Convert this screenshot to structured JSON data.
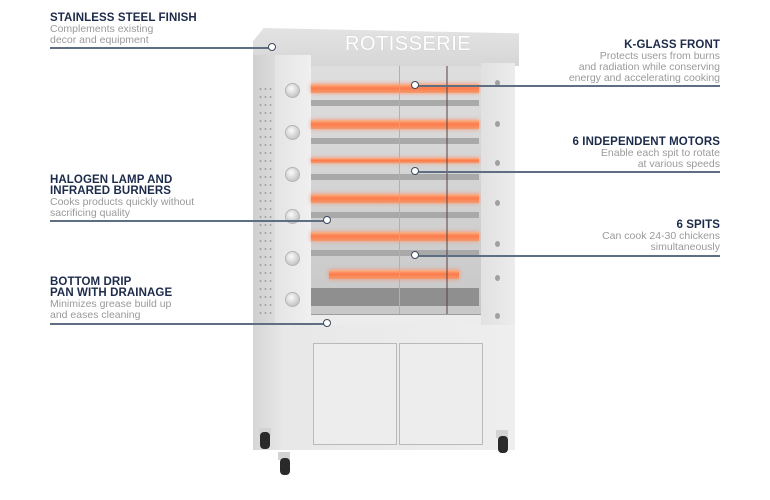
{
  "product": {
    "brand_logo_text": "ROTISSERIE",
    "colors": {
      "title": "#1d2b4a",
      "description": "#9a9a9a",
      "leader_line": "#5f6e82",
      "burner_glow": "#ff7a4a",
      "steel": "#e6e6e6"
    }
  },
  "callouts_left": [
    {
      "title": "STAINLESS STEEL FINISH",
      "desc": [
        "Complements existing",
        "decor and equipment"
      ]
    },
    {
      "title": [
        "HALOGEN LAMP AND",
        "INFRARED BURNERS"
      ],
      "desc": [
        "Cooks products quickly without",
        "sacrificing quality"
      ]
    },
    {
      "title": [
        "BOTTOM DRIP",
        "PAN WITH DRAINAGE"
      ],
      "desc": [
        "Minimizes grease build up",
        "and eases cleaning"
      ]
    }
  ],
  "callouts_right": [
    {
      "title": "K-GLASS FRONT",
      "desc": [
        "Protects users from burns",
        "and radiation while conserving",
        "energy and accelerating cooking"
      ]
    },
    {
      "title": "6 INDEPENDENT MOTORS",
      "desc": [
        "Enable each spit to rotate",
        "at various speeds"
      ]
    },
    {
      "title": "6 SPITS",
      "desc": [
        "Can cook 24-30 chickens",
        "simultaneously"
      ]
    }
  ]
}
